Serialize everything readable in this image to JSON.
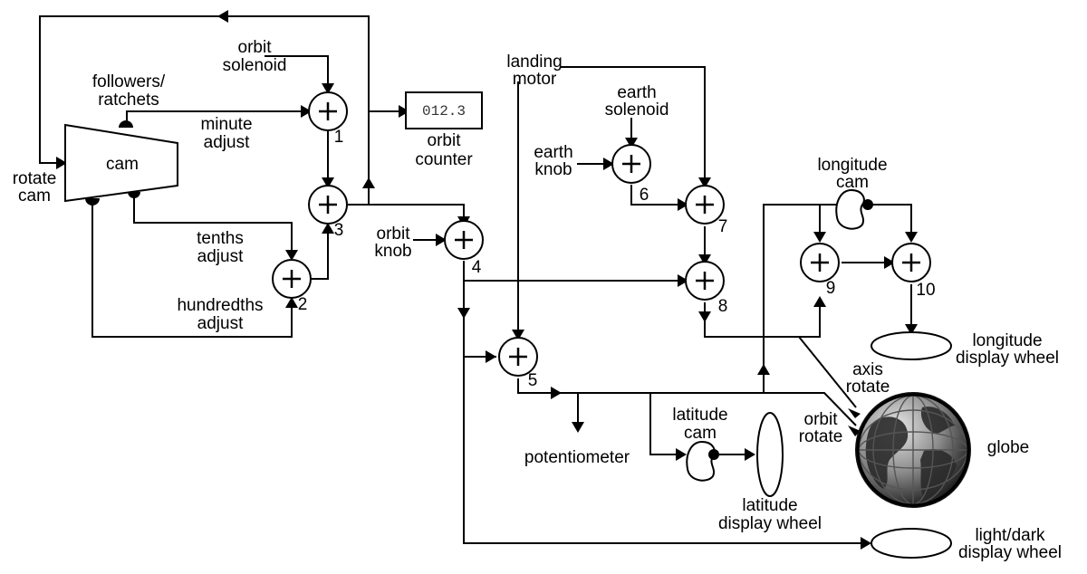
{
  "labels": {
    "cam": "cam",
    "rotate_cam_1": "rotate",
    "rotate_cam_2": "cam",
    "followers_1": "followers/",
    "followers_2": "ratchets",
    "orbit_solenoid_1": "orbit",
    "orbit_solenoid_2": "solenoid",
    "minute_adjust_1": "minute",
    "minute_adjust_2": "adjust",
    "tenths_adjust_1": "tenths",
    "tenths_adjust_2": "adjust",
    "hundredths_adjust_1": "hundredths",
    "hundredths_adjust_2": "adjust",
    "counter_value": "012.3",
    "orbit_counter_1": "orbit",
    "orbit_counter_2": "counter",
    "orbit_knob_1": "orbit",
    "orbit_knob_2": "knob",
    "landing_motor_1": "landing",
    "landing_motor_2": "motor",
    "earth_solenoid_1": "earth",
    "earth_solenoid_2": "solenoid",
    "earth_knob_1": "earth",
    "earth_knob_2": "knob",
    "longitude_cam_1": "longitude",
    "longitude_cam_2": "cam",
    "longitude_wheel_1": "longitude",
    "longitude_wheel_2": "display wheel",
    "axis_rotate_1": "axis",
    "axis_rotate_2": "rotate",
    "orbit_rotate_1": "orbit",
    "orbit_rotate_2": "rotate",
    "globe": "globe",
    "latitude_cam_1": "latitude",
    "latitude_cam_2": "cam",
    "latitude_wheel_1": "latitude",
    "latitude_wheel_2": "display wheel",
    "potentiometer": "potentiometer",
    "light_dark_1": "light/dark",
    "light_dark_2": "display wheel"
  },
  "differentials": [
    {
      "label": "1"
    },
    {
      "label": "2"
    },
    {
      "label": "3"
    },
    {
      "label": "4"
    },
    {
      "label": "5"
    },
    {
      "label": "6"
    },
    {
      "label": "7"
    },
    {
      "label": "8"
    },
    {
      "label": "9"
    },
    {
      "label": "10"
    }
  ]
}
